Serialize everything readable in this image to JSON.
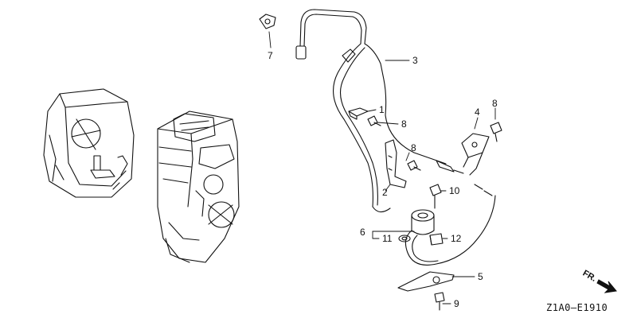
{
  "diagram": {
    "callouts": [
      {
        "id": "1",
        "text": "1"
      },
      {
        "id": "2",
        "text": "2"
      },
      {
        "id": "3",
        "text": "3"
      },
      {
        "id": "4",
        "text": "4"
      },
      {
        "id": "5",
        "text": "5"
      },
      {
        "id": "6",
        "text": "6"
      },
      {
        "id": "7",
        "text": "7"
      },
      {
        "id": "8a",
        "text": "8"
      },
      {
        "id": "8b",
        "text": "8"
      },
      {
        "id": "8c",
        "text": "8"
      },
      {
        "id": "9",
        "text": "9"
      },
      {
        "id": "10",
        "text": "10"
      },
      {
        "id": "11",
        "text": "11"
      },
      {
        "id": "12",
        "text": "12"
      }
    ],
    "front_marker": "FR.",
    "drawing_code": "Z1A0—E1910"
  },
  "colors": {
    "line": "#111111",
    "background": "#ffffff"
  }
}
